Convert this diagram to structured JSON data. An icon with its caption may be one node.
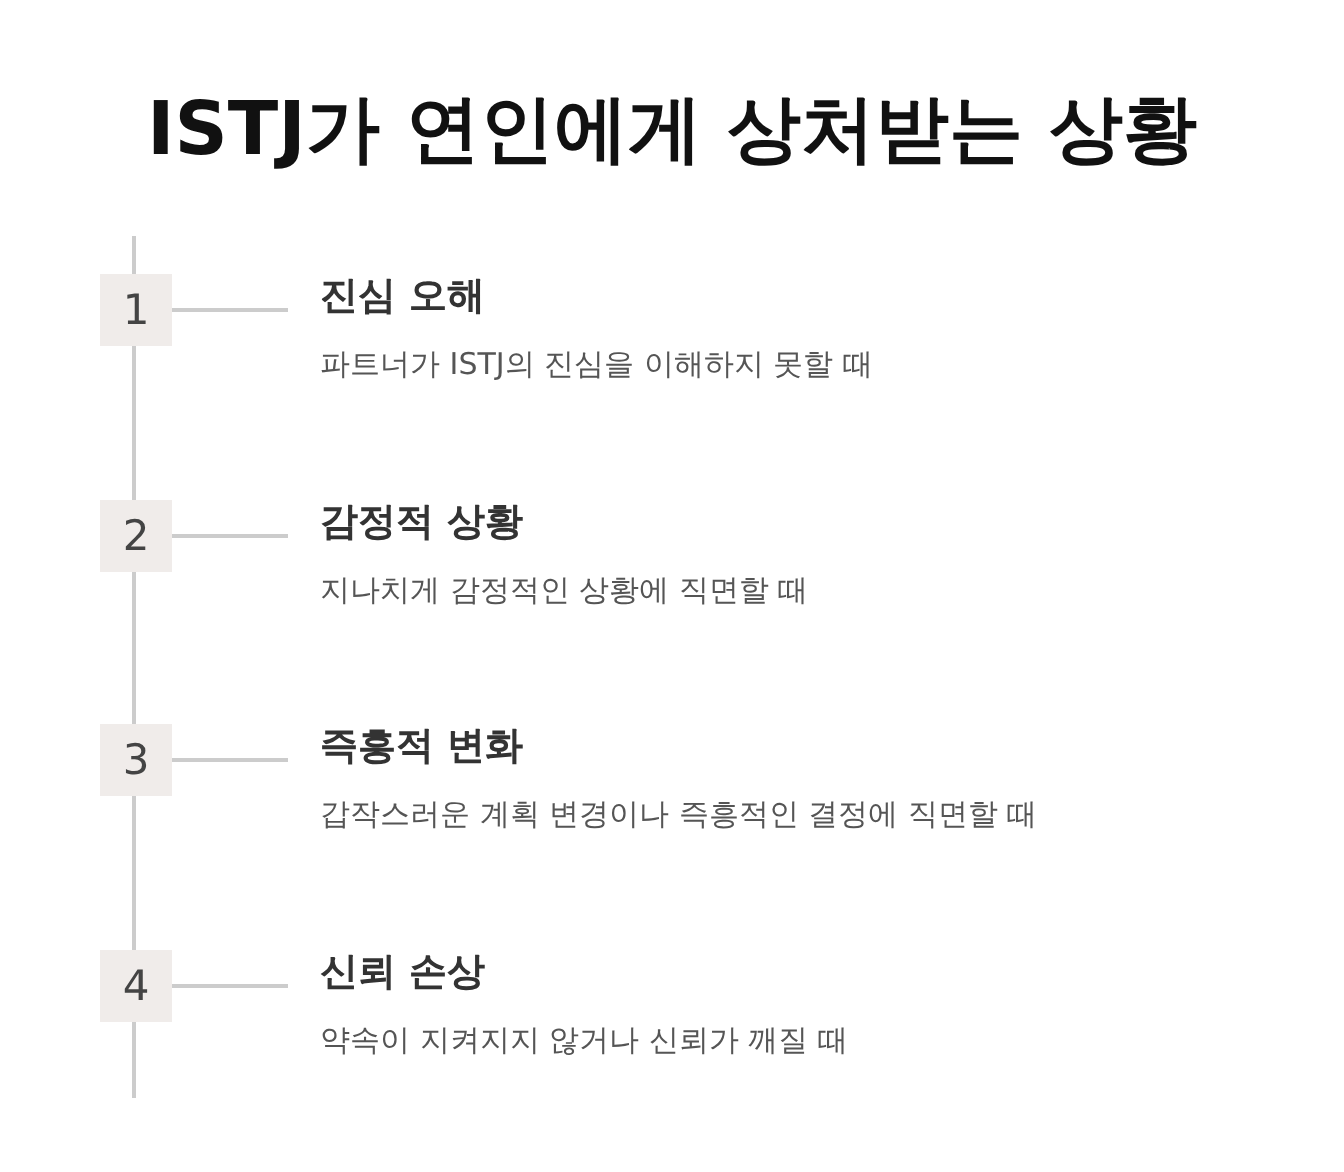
{
  "diagram": {
    "title": "ISTJ가 연인에게 상처받는 상황",
    "nodes": [
      {
        "text": [
          "1"
        ]
      },
      {
        "text": [
          "진심 오해",
          "파트너가 ISTJ의 진심을 이해하지 못할 때"
        ]
      },
      {
        "text": [
          "2"
        ]
      },
      {
        "text": [
          "감정적 상황",
          "지나치게 감정적인 상황에 직면할 때"
        ]
      },
      {
        "text": [
          "3"
        ]
      },
      {
        "text": [
          "즉흥적 변화",
          "갑작스러운 계획 변경이나 즉흥적인 결정에 직면할 때"
        ]
      },
      {
        "text": [
          "4"
        ]
      },
      {
        "text": [
          "신뢰 손상",
          "약속이 지켜지지 않거나 신뢰가 깨질 때"
        ]
      }
    ],
    "edges": [
      {
        "from": 0,
        "to": 1,
        "arrow": "none"
      },
      {
        "from": 2,
        "to": 3,
        "arrow": "none"
      },
      {
        "from": 4,
        "to": 5,
        "arrow": "none"
      },
      {
        "from": 6,
        "to": 7,
        "arrow": "none"
      }
    ]
  }
}
